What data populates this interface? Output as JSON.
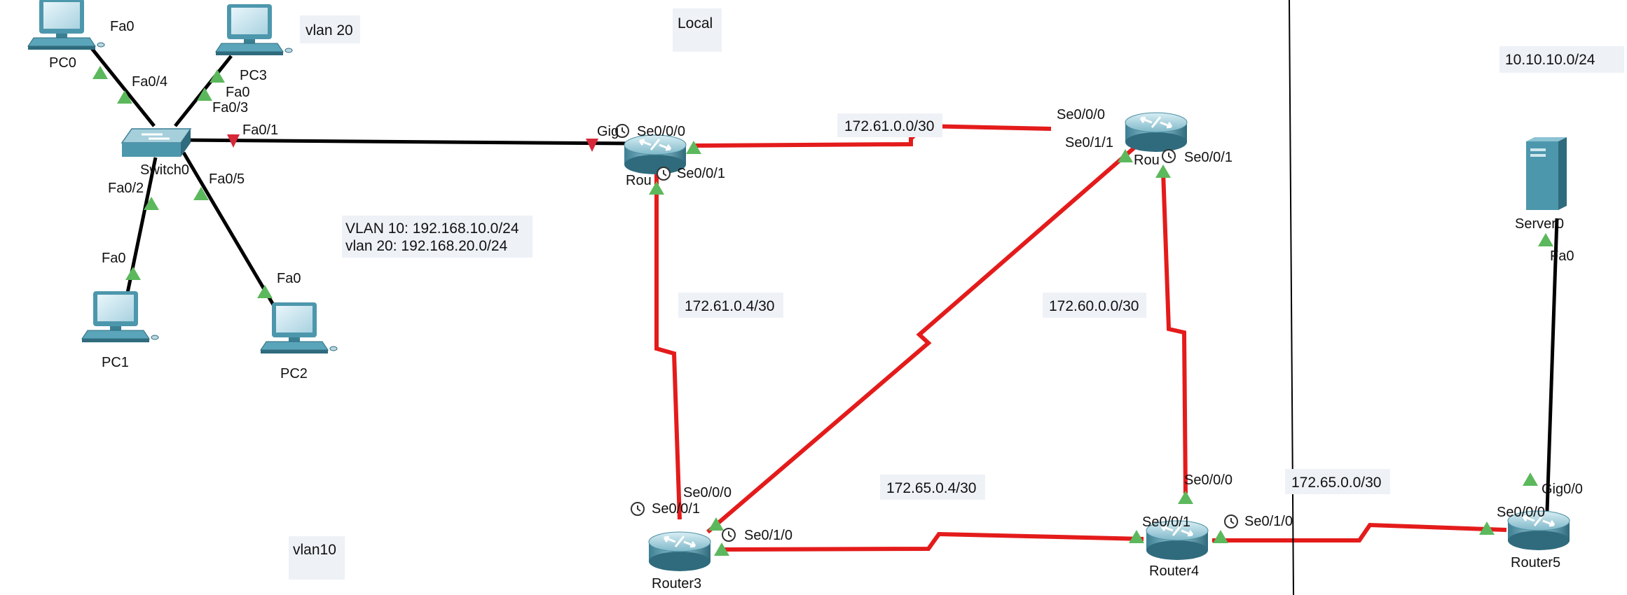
{
  "notes": {
    "vlan20": "vlan 20",
    "local": "Local",
    "network": "10.10.10.0/24",
    "vlan_line1": "VLAN 10: 192.168.10.0/24",
    "vlan_line2": "vlan 20: 192.168.20.0/24",
    "vlan10": "vlan10"
  },
  "devices": {
    "pc0": "PC0",
    "pc1": "PC1",
    "pc2": "PC2",
    "pc3": "PC3",
    "switch0": "Switch0",
    "router_a": "Rou",
    "router_b": "Rou",
    "router3": "Router3",
    "router4": "Router4",
    "router5": "Router5",
    "server0": "Server0"
  },
  "ports": {
    "pc0_fa0": "Fa0",
    "sw_fa0_4": "Fa0/4",
    "pc3_fa0": "Fa0",
    "sw_fa0_3": "Fa0/3",
    "sw_fa0_1": "Fa0/1",
    "sw_fa0_2": "Fa0/2",
    "sw_fa0_5": "Fa0/5",
    "pc1_fa0": "Fa0",
    "pc2_fa0": "Fa0",
    "ra_gig": "Gig",
    "ra_se000": "Se0/0/0",
    "ra_se001": "Se0/0/1",
    "rb_se000": "Se0/0/0",
    "rb_se011": "Se0/1/1",
    "rb_se001": "Se0/0/1",
    "r3_se000": "Se0/0/0",
    "r3_se001": "Se0/0/1",
    "r3_se010": "Se0/1/0",
    "r4_se000": "Se0/0/0",
    "r4_se001": "Se0/0/1",
    "r4_se010": "Se0/1/0",
    "r5_se000": "Se0/0/0",
    "r5_gig00": "Gig0/0",
    "server_fa0": "Fa0"
  },
  "links": {
    "ra_rb": "172.61.0.0/30",
    "ra_r3": "172.61.0.4/30",
    "rb_r4": "172.60.0.0/30",
    "r3_r4": "172.65.0.4/30",
    "r4_r5": "172.65.0.0/30"
  },
  "colors": {
    "serial_link": "#e41b1b",
    "ethernet_link": "#000000",
    "port_up": "#5cb85c",
    "port_down": "#d62839",
    "device": "#3f8fa8"
  }
}
